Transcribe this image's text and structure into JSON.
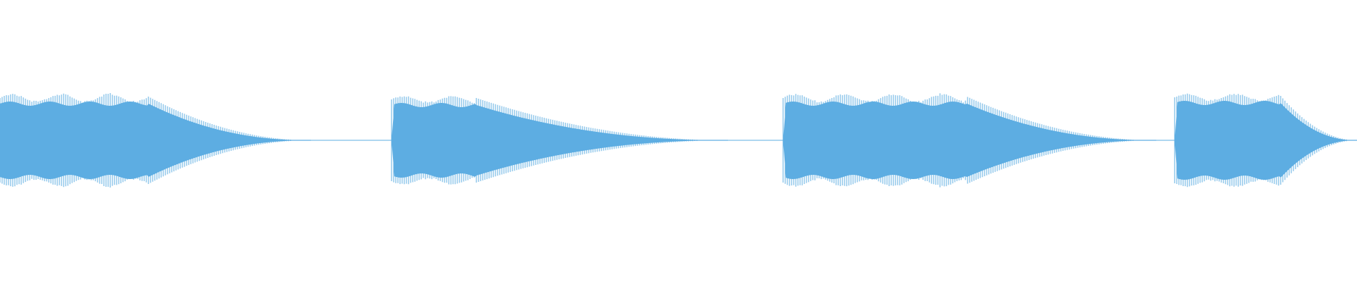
{
  "waveform": {
    "color": "#5dade2",
    "background": "#ffffff",
    "segment_count": 4,
    "segments": [
      {
        "index": 1,
        "shape": "sustained-then-decay",
        "clipped_at_start": true,
        "clipped_at_end": false
      },
      {
        "index": 2,
        "shape": "attack-then-decay",
        "clipped_at_start": false,
        "clipped_at_end": false
      },
      {
        "index": 3,
        "shape": "attack-sustain-decay",
        "clipped_at_start": false,
        "clipped_at_end": false
      },
      {
        "index": 4,
        "shape": "attack-then-decay",
        "clipped_at_start": false,
        "clipped_at_end": true
      }
    ]
  }
}
